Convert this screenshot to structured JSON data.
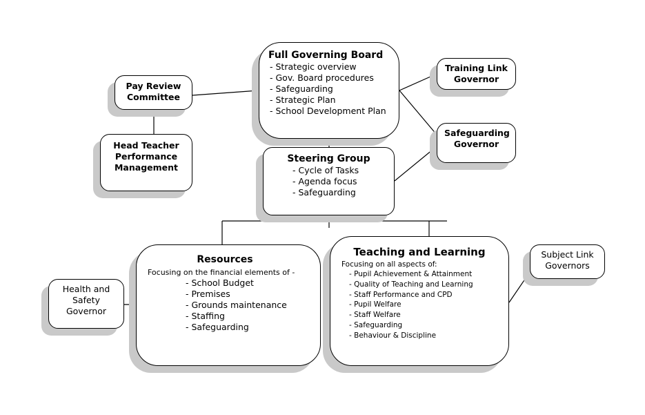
{
  "full_board": {
    "title": "Full Governing Board",
    "items": [
      "- Strategic overview",
      "- Gov. Board procedures",
      "- Safeguarding",
      "- Strategic Plan",
      "- School Development Plan"
    ]
  },
  "pay_review": {
    "title": "Pay Review Committee"
  },
  "head_teacher": {
    "title": "Head Teacher Performance Management"
  },
  "training_link": {
    "title": "Training Link Governor"
  },
  "safeguarding_gov": {
    "title": "Safeguarding Governor"
  },
  "steering": {
    "title": "Steering Group",
    "items": [
      "-  Cycle of Tasks",
      "-  Agenda focus",
      "-  Safeguarding"
    ]
  },
  "resources": {
    "title": "Resources",
    "intro": "Focusing on the financial elements of  -",
    "items": [
      "- School Budget",
      "- Premises",
      "- Grounds maintenance",
      "- Staffing",
      "- Safeguarding"
    ]
  },
  "teaching": {
    "title": "Teaching and Learning",
    "intro": "Focusing on all aspects of:",
    "items": [
      "- Pupil Achievement & Attainment",
      "- Quality of Teaching and Learning",
      "- Staff Performance and CPD",
      "- Pupil Welfare",
      "- Staff Welfare",
      "- Safeguarding",
      "- Behaviour & Discipline"
    ]
  },
  "subject_link": {
    "title": "Subject Link Governors"
  },
  "health_safety": {
    "title": "Health and Safety Governor"
  },
  "colors": {
    "line": "#000000",
    "shadow": "#c9c9c9"
  }
}
